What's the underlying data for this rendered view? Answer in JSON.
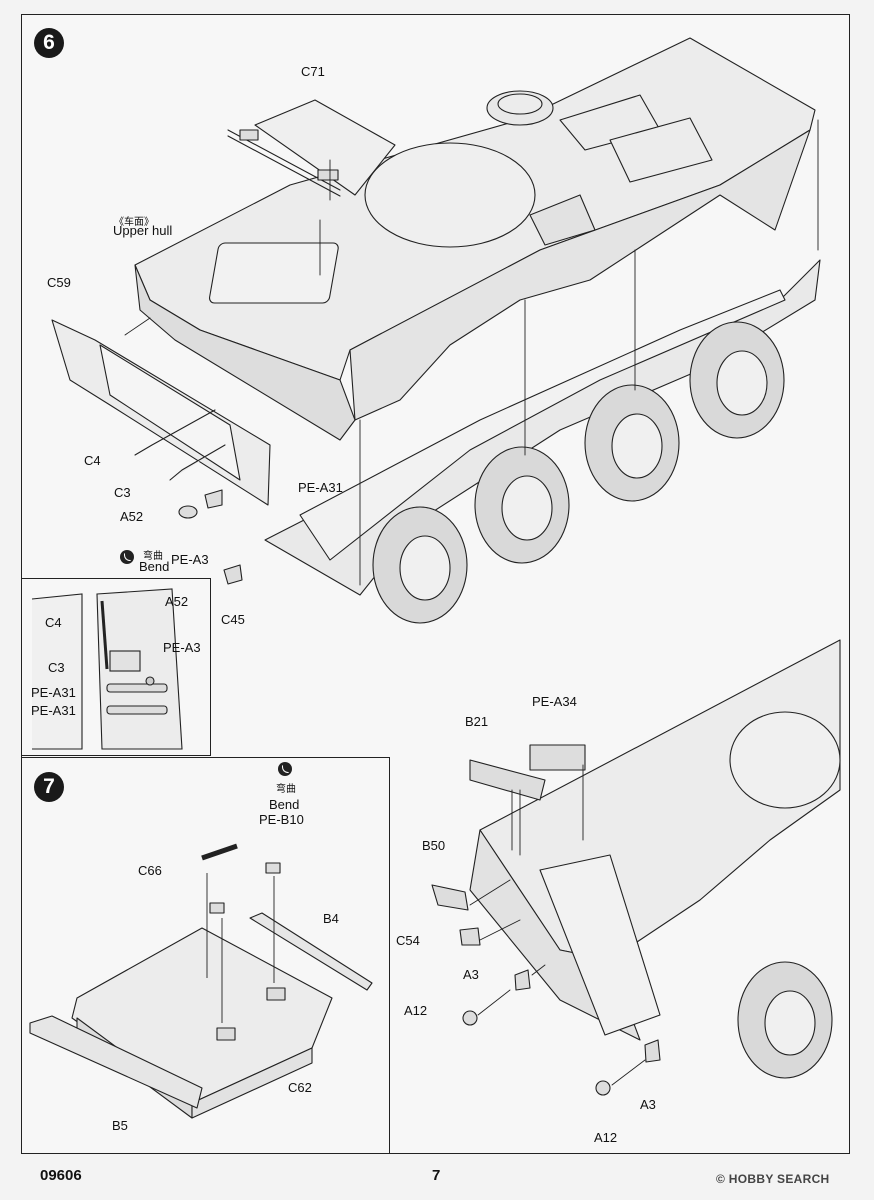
{
  "steps": {
    "step6": "6",
    "step7": "7"
  },
  "step6_labels": {
    "c71": "C71",
    "upper_hull_cn": "《车面》",
    "upper_hull": "Upper hull",
    "c59": "C59",
    "c4": "C4",
    "c3": "C3",
    "a52": "A52",
    "pe_a31": "PE-A31",
    "bend_cn": "弯曲",
    "bend": "Bend",
    "pe_a3": "PE-A3",
    "c45": "C45"
  },
  "inset6_labels": {
    "c4": "C4",
    "a52": "A52",
    "pe_a3": "PE-A3",
    "c3": "C3",
    "pe_a31_1": "PE-A31",
    "pe_a31_2": "PE-A31"
  },
  "step7_inset_labels": {
    "bend_cn": "弯曲",
    "bend": "Bend",
    "pe_b10": "PE-B10",
    "c66": "C66",
    "b4": "B4",
    "c62": "C62",
    "b5": "B5"
  },
  "step7_labels": {
    "pe_a34": "PE-A34",
    "b21": "B21",
    "b50": "B50",
    "c54": "C54",
    "a3_1": "A3",
    "a12_1": "A12",
    "a3_2": "A3",
    "a12_2": "A12"
  },
  "footer": {
    "code": "09606",
    "page": "7"
  },
  "watermark": {
    "text": "HOBBY SEARCH",
    "prefix": "© "
  }
}
